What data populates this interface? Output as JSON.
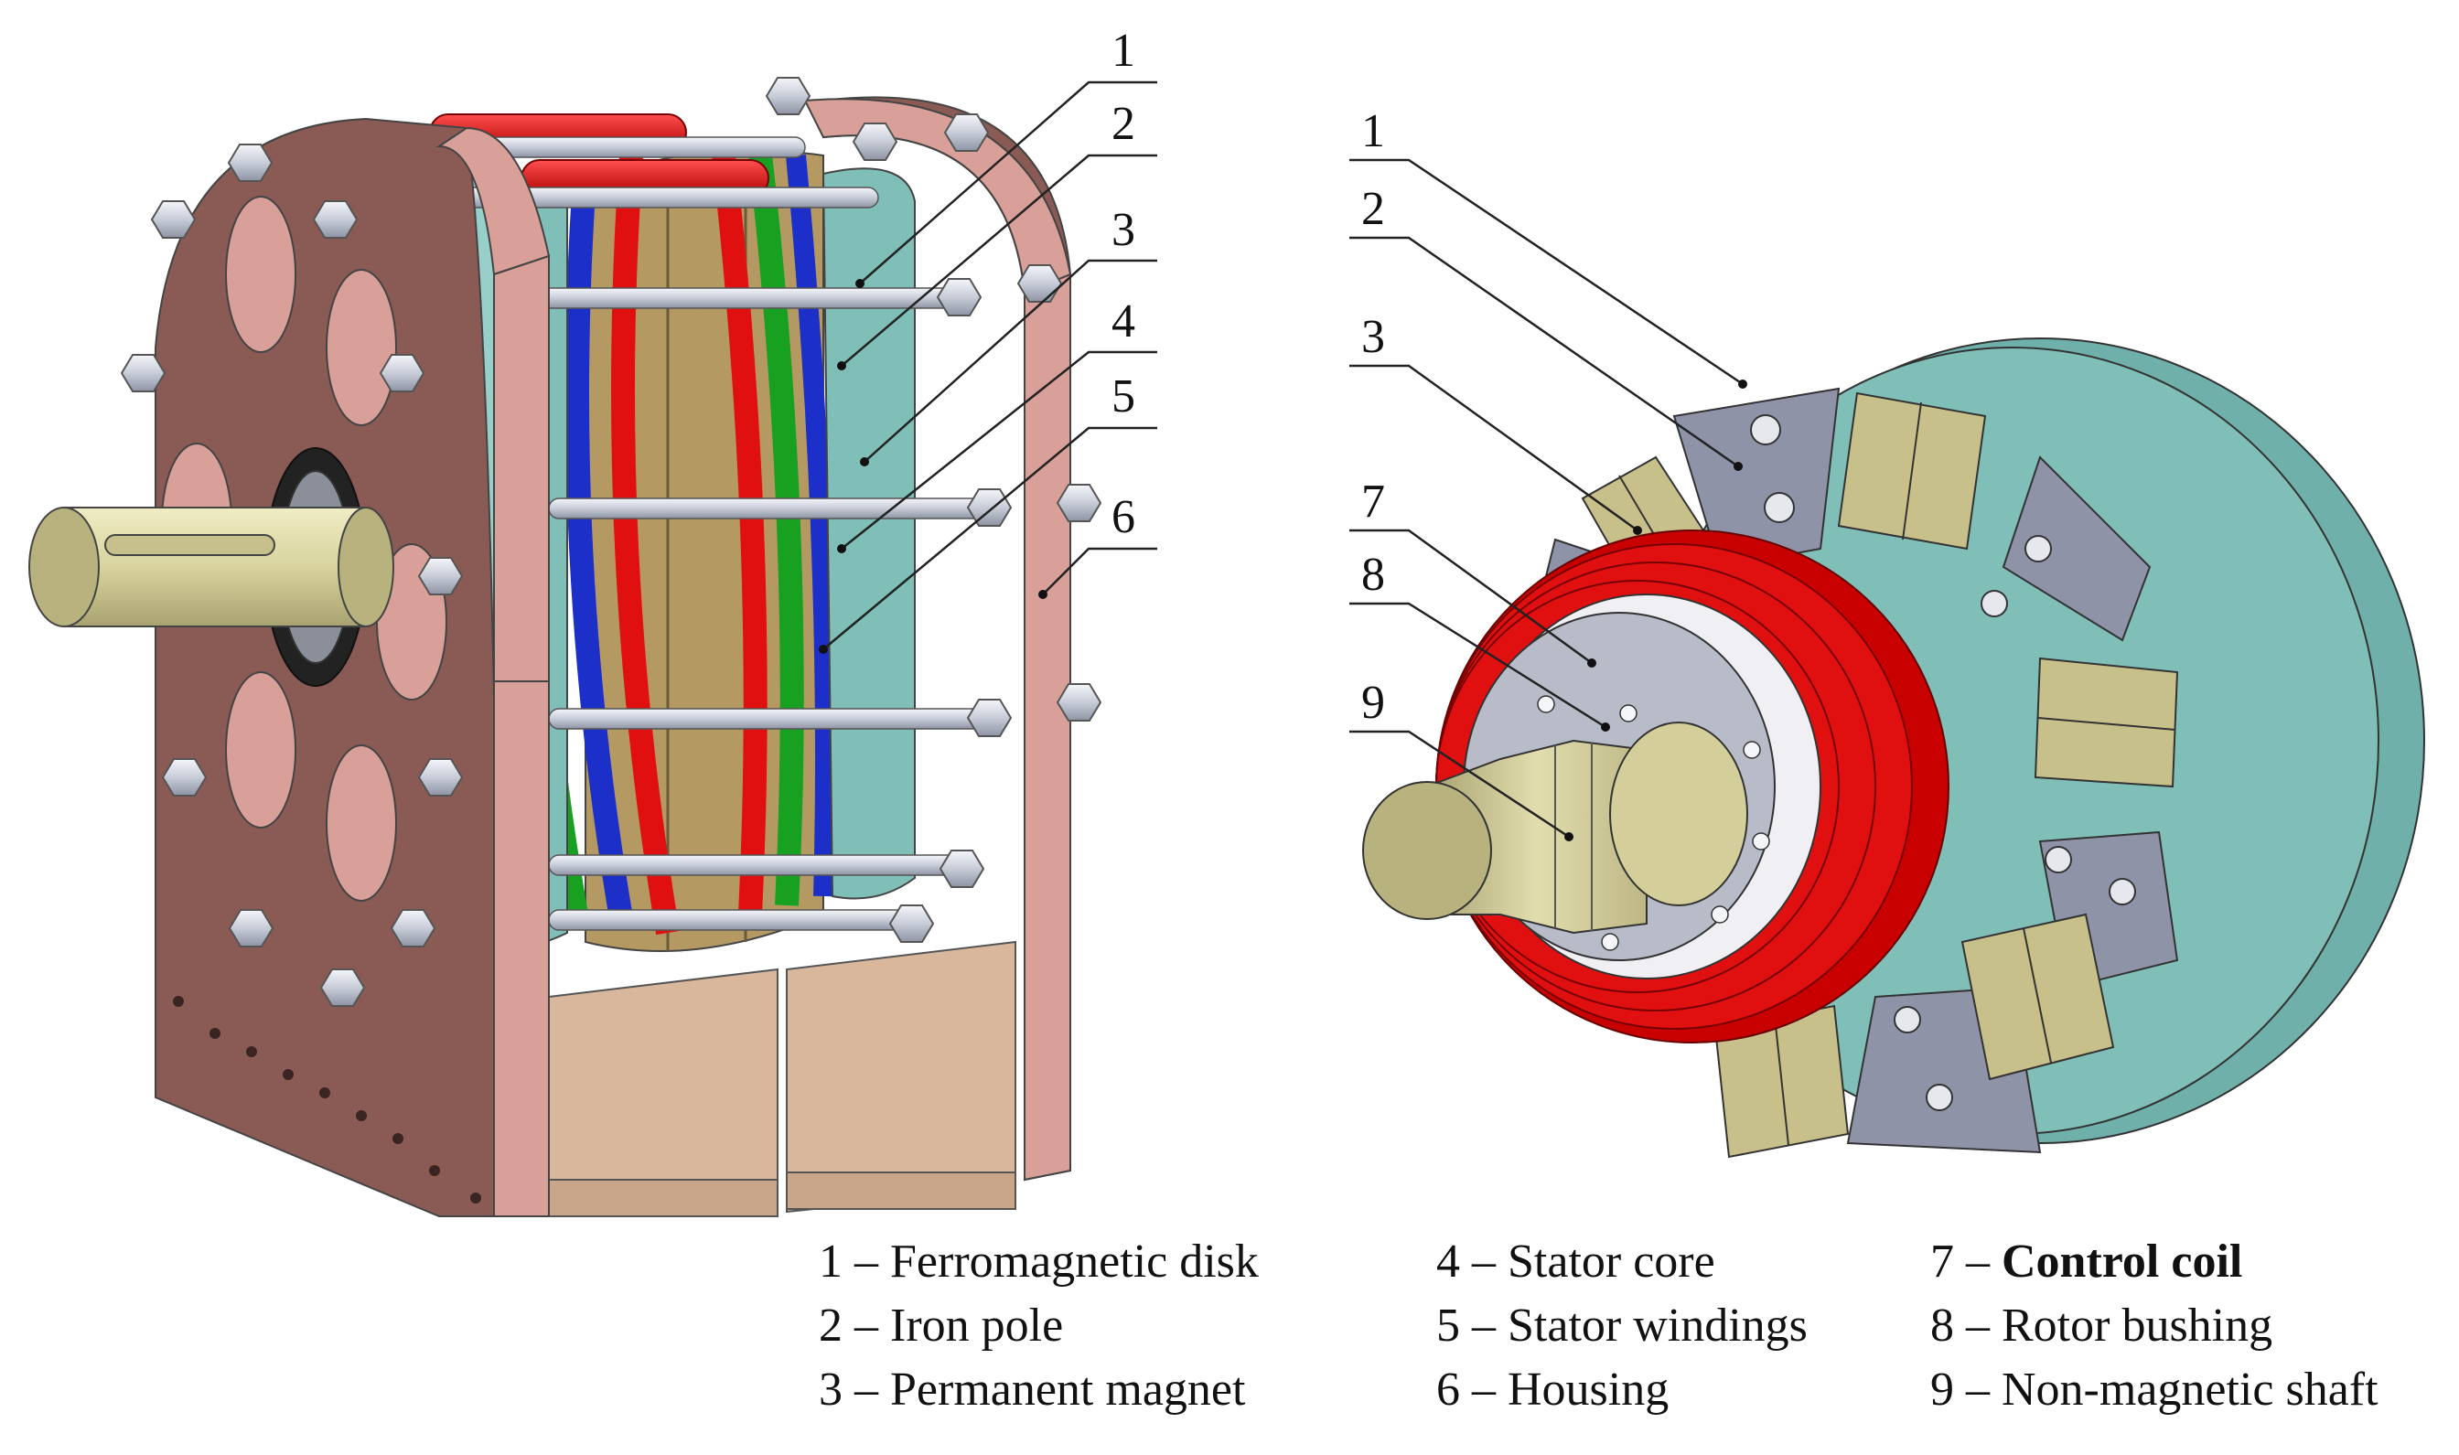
{
  "left_callouts": [
    "1",
    "2",
    "3",
    "4",
    "5",
    "6"
  ],
  "right_callouts": [
    "1",
    "2",
    "3",
    "7",
    "8",
    "9"
  ],
  "legend": {
    "col1": [
      {
        "num": "1",
        "label": "Ferromagnetic disk",
        "bold": false
      },
      {
        "num": "2",
        "label": "Iron pole",
        "bold": false
      },
      {
        "num": "3",
        "label": "Permanent magnet",
        "bold": false
      }
    ],
    "col2": [
      {
        "num": "4",
        "label": "Stator core",
        "bold": false
      },
      {
        "num": "5",
        "label": "Stator windings",
        "bold": false
      },
      {
        "num": "6",
        "label": "Housing",
        "bold": false
      }
    ],
    "col3": [
      {
        "num": "7",
        "label": "Control coil",
        "bold": true
      },
      {
        "num": "8",
        "label": "Rotor bushing",
        "bold": false
      },
      {
        "num": "9",
        "label": "Non-magnetic shaft",
        "bold": false
      }
    ],
    "dash": "–"
  },
  "colors": {
    "housing": "#8a5a55",
    "housing_light": "#d9a09a",
    "disk": "#7fbfb8",
    "stator_core": "#b49a62",
    "winding_red": "#e01010",
    "winding_green": "#18a020",
    "winding_blue": "#1c2fc8",
    "shaft": "#d8d39e",
    "iron_pole": "#8e93a8",
    "magnet": "#c8c08a",
    "bolt": "#c8ccd8"
  }
}
